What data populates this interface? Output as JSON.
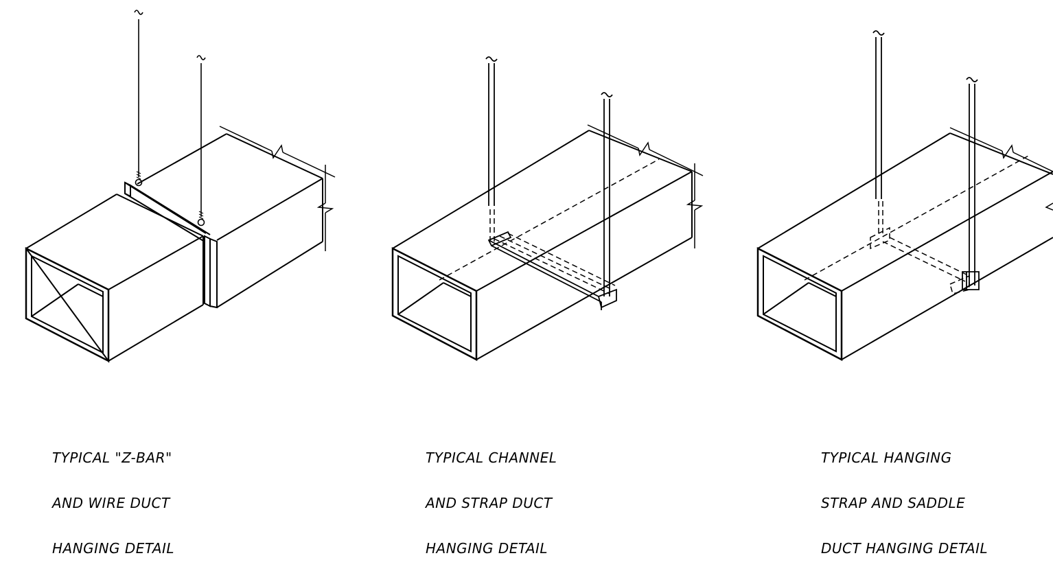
{
  "details": [
    {
      "id": "zbar",
      "caption": [
        "TYPICAL \"Z-BAR\"",
        "AND WIRE DUCT",
        "HANGING DETAIL"
      ]
    },
    {
      "id": "channel",
      "caption": [
        "TYPICAL CHANNEL",
        "AND STRAP DUCT",
        "HANGING DETAIL"
      ]
    },
    {
      "id": "saddle",
      "caption": [
        "TYPICAL HANGING",
        "STRAP AND SADDLE",
        "DUCT HANGING DETAIL"
      ]
    }
  ],
  "colors": {
    "ink": "#000000",
    "paper": "#ffffff"
  }
}
